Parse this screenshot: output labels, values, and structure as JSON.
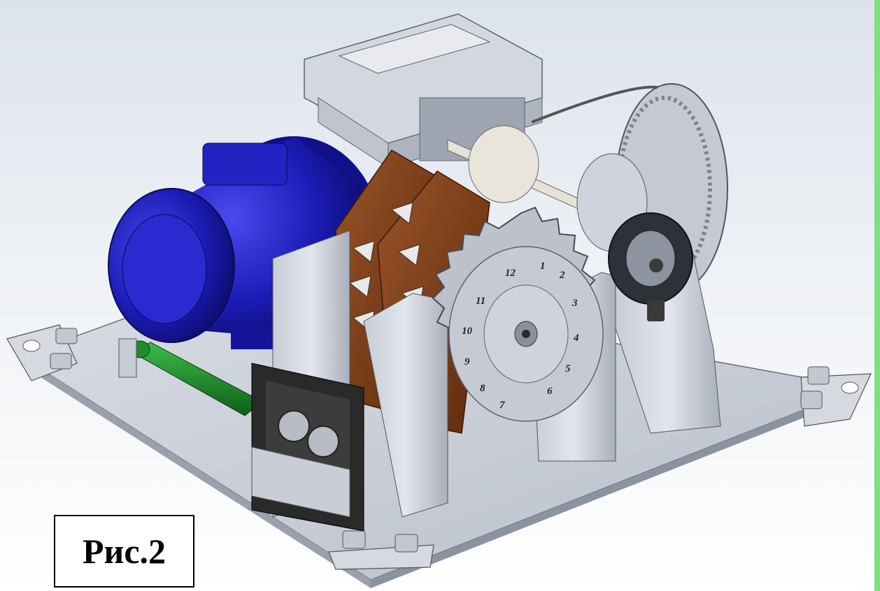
{
  "caption": {
    "label": "Рис.2"
  },
  "dial": {
    "numbers": [
      "1",
      "2",
      "3",
      "4",
      "5",
      "6",
      "7",
      "8",
      "9",
      "10",
      "11",
      "12"
    ]
  },
  "colors": {
    "motor": "#1e1ec8",
    "plate": "#c9ced8",
    "brown": "#7a3c16",
    "roller": "#1f8a2a",
    "green_edge": "#7ee07e"
  }
}
